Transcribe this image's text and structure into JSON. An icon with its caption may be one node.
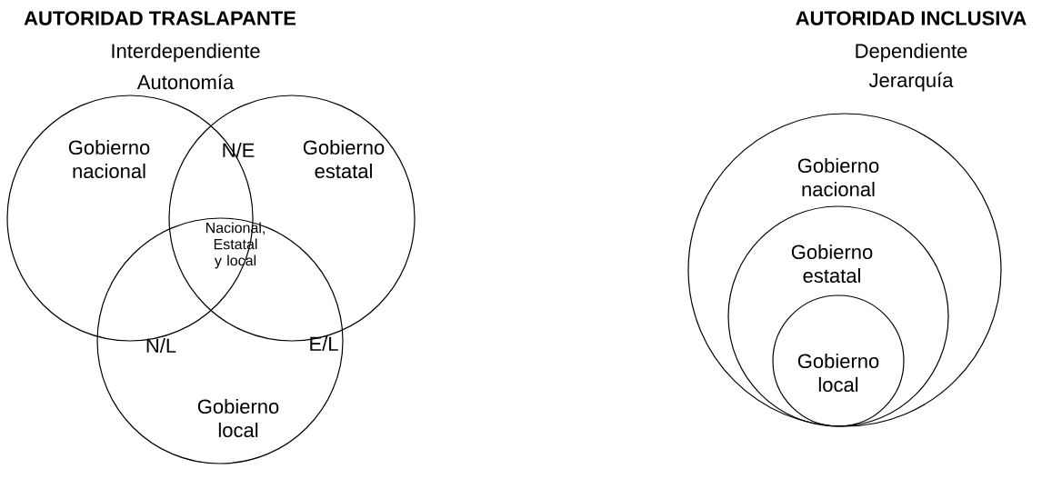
{
  "diagram": {
    "nodes": [
      {
        "text": [
          "Gobierno nacional"
        ]
      },
      {
        "text": [
          "Gobierno estatal"
        ]
      },
      {
        "text": [
          "Gobierno local"
        ]
      },
      {
        "text": [
          "Gobierno nacional"
        ]
      },
      {
        "text": [
          "Gobierno estatal"
        ],
        "in": 3
      },
      {
        "text": [
          "Gobierno local"
        ],
        "in": 4
      }
    ],
    "edges": [],
    "labels": [
      "AUTORIDAD TRASLAPANTE",
      "Interdependiente",
      "Autonomía",
      "AUTORIDAD INCLUSIVA",
      "Dependiente",
      "Jerarquía",
      "N/E",
      "Nacional, Estatal y local",
      "N/L",
      "E/L"
    ]
  }
}
